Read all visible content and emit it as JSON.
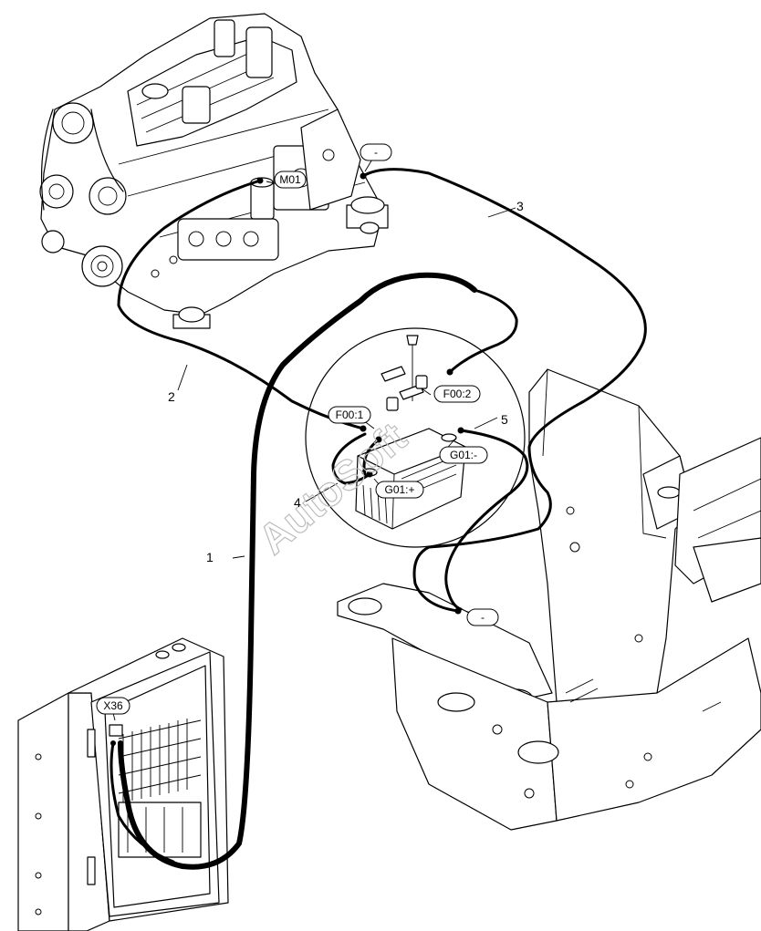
{
  "labels": {
    "m01": "M01",
    "f00_1": "F00:1",
    "f00_2": "F00:2",
    "g01_minus": "G01:-",
    "g01_plus": "G01:+",
    "x36": "X36",
    "ground_top": "-",
    "ground_bottom": "-"
  },
  "callouts": {
    "cable1": "1",
    "cable2": "2",
    "cable3": "3",
    "cable4": "4",
    "cable5": "5"
  },
  "watermark": "AutoSoft"
}
